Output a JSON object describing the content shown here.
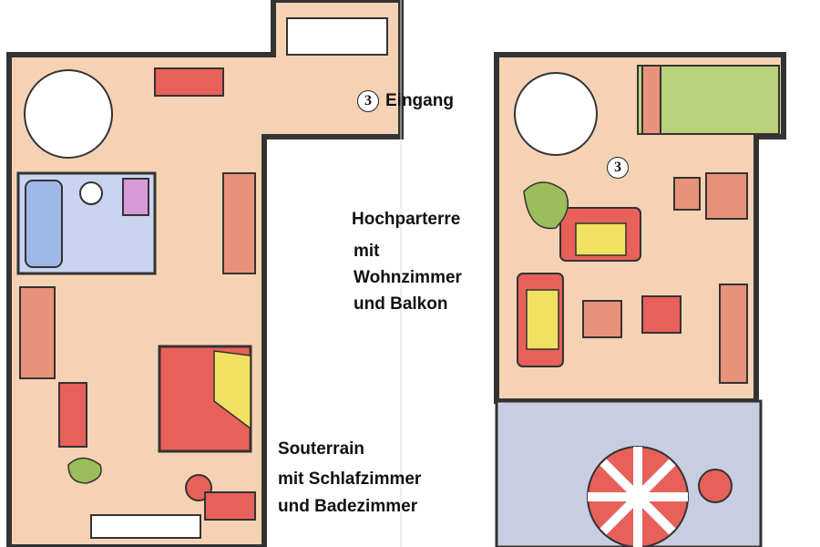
{
  "souterrain": {
    "room_number": "3",
    "entrance_label": "Eingang",
    "title": "Souterrain",
    "line1": "mit Schlafzimmer",
    "line2": "und Badezimmer"
  },
  "hochparterre": {
    "room_number": "3",
    "title": "Hochparterre",
    "line1": "mit",
    "line2": "Wohnzimmer",
    "line3": "und Balkon"
  },
  "colors": {
    "floor": "#f6d2b4",
    "wall": "#333333",
    "bed": "#e8605a",
    "bath": "#9fb8e8",
    "kitchen": "#b8d27a",
    "balcony": "#c8cde2",
    "sofa_yellow": "#f2e060"
  }
}
